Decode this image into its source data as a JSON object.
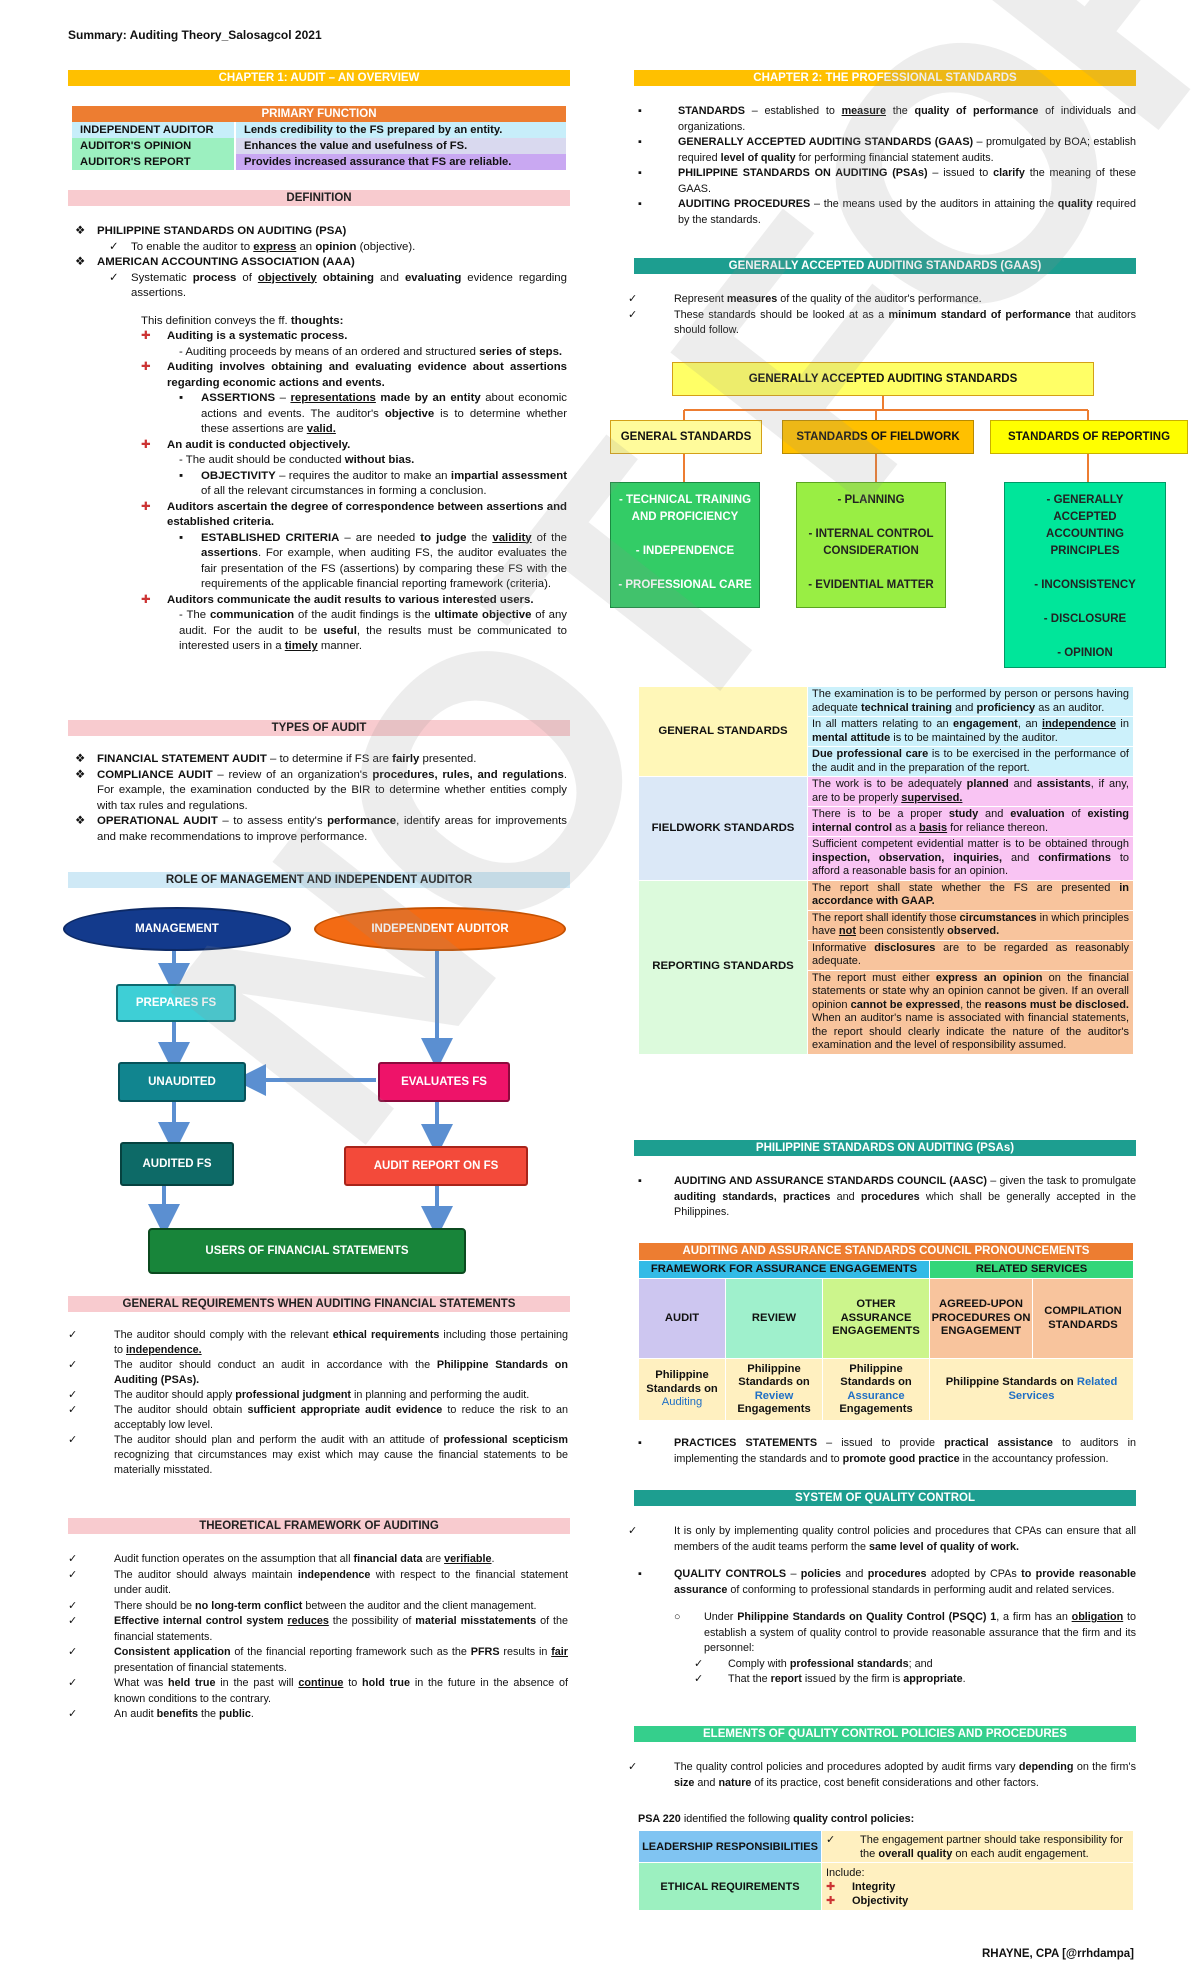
{
  "page_title": "Summary: Auditing Theory_Salosagcol 2021",
  "footer": "RHAYNE, CPA [@rrhdampa]",
  "watermark": "NOT FOR SALE",
  "ch1": {
    "title": "CHAPTER 1: AUDIT – AN OVERVIEW",
    "primary_function": {
      "header": "PRIMARY FUNCTION",
      "rows": [
        {
          "k": "INDEPENDENT AUDITOR",
          "v": "Lends credibility to the FS prepared by an entity."
        },
        {
          "k": "AUDITOR'S OPINION",
          "v": "Enhances the value and usefulness of FS."
        },
        {
          "k": "AUDITOR'S REPORT",
          "v": "Provides increased assurance that FS are reliable."
        }
      ]
    },
    "definition": {
      "header": "DEFINITION",
      "psa": "PHILIPPINE STANDARDS ON AUDITING (PSA)",
      "psa_def_a": "To enable the auditor to ",
      "psa_def_b": "express",
      "psa_def_c": " an ",
      "psa_def_d": "opinion",
      "psa_def_e": " (objective).",
      "aaa": "AMERICAN ACCOUNTING ASSOCIATION (AAA)",
      "aaa_def_1": "Systematic ",
      "aaa_def_2": "process",
      "aaa_def_3": " of ",
      "aaa_def_4": "objectively",
      "aaa_def_5": " ",
      "aaa_def_6": "obtaining",
      "aaa_def_7": " and ",
      "aaa_def_8": "evaluating",
      "aaa_def_9": " evidence regarding assertions.",
      "conveys_a": "This definition conveys the ff. ",
      "conveys_b": "thoughts:",
      "t1": "Auditing is a systematic process.",
      "t1_sub_a": "- Auditing proceeds by means of an ordered and structured ",
      "t1_sub_b": "series of steps.",
      "t2": "Auditing involves obtaining and evaluating evidence about assertions regarding economic actions and events.",
      "t2_sub_a": "ASSERTIONS",
      "t2_sub_b": " – ",
      "t2_sub_c": "representations",
      "t2_sub_d": " made by an entity",
      "t2_sub_e": " about economic actions and events. The auditor's ",
      "t2_sub_f": "objective",
      "t2_sub_g": " is to determine whether these assertions are ",
      "t2_sub_h": "valid.",
      "t3": "An audit is conducted objectively.",
      "t3_sub_a": "- The audit should be conducted ",
      "t3_sub_b": "without bias.",
      "t3_sub2_a": "OBJECTIVITY",
      "t3_sub2_b": " – requires the auditor to make an ",
      "t3_sub2_c": "impartial assessment",
      "t3_sub2_d": " of all the relevant circumstances in forming a conclusion.",
      "t4": "Auditors ascertain the degree of correspondence between assertions and established criteria.",
      "t4_sub_a": "ESTABLISHED CRITERIA",
      "t4_sub_b": " – are needed ",
      "t4_sub_c": "to judge",
      "t4_sub_d": " the ",
      "t4_sub_e": "validity",
      "t4_sub_f": " of the ",
      "t4_sub_g": "assertions",
      "t4_sub_h": ". For example, when auditing FS, the auditor evaluates the fair presentation of the FS (assertions) by comparing these FS with the requirements of the applicable financial reporting framework (criteria).",
      "t5": "Auditors communicate the audit results to various interested users.",
      "t5_sub_a": "- The ",
      "t5_sub_b": "communication",
      "t5_sub_c": " of the audit findings is the ",
      "t5_sub_d": "ultimate objective",
      "t5_sub_e": " of any audit. For the audit to be ",
      "t5_sub_f": "useful",
      "t5_sub_g": ", the results must be communicated to interested users in a ",
      "t5_sub_h": "timely",
      "t5_sub_i": " manner."
    },
    "types": {
      "header": "TYPES OF AUDIT",
      "fsa_a": "FINANCIAL STATEMENT AUDIT",
      "fsa_b": " – to determine if FS are ",
      "fsa_c": "fairly",
      "fsa_d": " presented.",
      "ca_a": "COMPLIANCE AUDIT",
      "ca_b": " – review of an organization's ",
      "ca_c": "procedures, rules, and regulations",
      "ca_d": ". For example, the examination conducted by the BIR to determine whether entities comply with tax rules and regulations.",
      "oa_a": "OPERATIONAL AUDIT",
      "oa_b": " – to assess entity's ",
      "oa_c": "performance",
      "oa_d": ", identify areas for improvements and make recommendations to improve performance."
    },
    "role": {
      "header": "ROLE OF MANAGEMENT AND INDEPENDENT AUDITOR",
      "management": "MANAGEMENT",
      "auditor": "INDEPENDENT AUDITOR",
      "prepares": "PREPARES FS",
      "unaudited": "UNAUDITED",
      "evaluates": "EVALUATES FS",
      "audited": "AUDITED FS",
      "report": "AUDIT REPORT ON FS",
      "users": "USERS OF FINANCIAL STATEMENTS"
    },
    "general_req": {
      "header": "GENERAL REQUIREMENTS WHEN AUDITING FINANCIAL STATEMENTS",
      "g1_a": "The auditor should comply with the relevant ",
      "g1_b": "ethical requirements",
      "g1_c": " including those pertaining to ",
      "g1_d": "independence.",
      "g2_a": "The auditor should conduct an audit in accordance with the ",
      "g2_b": "Philippine Standards on Auditing (PSAs).",
      "g3_a": "The auditor should apply ",
      "g3_b": "professional judgment",
      "g3_c": " in planning and performing the audit.",
      "g4_a": "The auditor should obtain ",
      "g4_b": "sufficient appropriate audit evidence",
      "g4_c": " to reduce the risk to an acceptably low level.",
      "g5_a": "The auditor should plan and perform the audit with an attitude of ",
      "g5_b": "professional scepticism",
      "g5_c": " recognizing that circumstances may exist which may cause the financial statements to be materially misstated."
    },
    "framework": {
      "header": "THEORETICAL FRAMEWORK OF AUDITING",
      "f1_a": "Audit function operates on the assumption that all ",
      "f1_b": "financial data",
      "f1_c": " are ",
      "f1_d": "verifiable",
      "f1_e": ".",
      "f2_a": "The auditor should always maintain ",
      "f2_b": "independence",
      "f2_c": " with respect to the financial statement under audit.",
      "f3_a": "There should be ",
      "f3_b": "no long-term conflict",
      "f3_c": " between the auditor and the client management.",
      "f4_a": "Effective internal control system",
      "f4_b": " ",
      "f4_c": "reduces",
      "f4_d": " the possibility of ",
      "f4_e": "material misstatements",
      "f4_f": " of the financial statements.",
      "f5_a": "Consistent application",
      "f5_b": " of the financial reporting framework such as the ",
      "f5_c": "PFRS",
      "f5_d": " results in ",
      "f5_e": "fair",
      "f5_f": " presentation of financial statements.",
      "f6_a": "What was ",
      "f6_b": "held true",
      "f6_c": " in the past will ",
      "f6_d": "continue",
      "f6_e": " to ",
      "f6_f": "hold true",
      "f6_g": " in the future in the absence of known conditions to the contrary.",
      "f7_a": "An audit ",
      "f7_b": "benefits",
      "f7_c": " the ",
      "f7_d": "public",
      "f7_e": "."
    }
  },
  "ch2": {
    "title": "CHAPTER 2: THE PROFESSIONAL STANDARDS",
    "s1_a": "STANDARDS",
    "s1_b": " – established to ",
    "s1_c": "measure",
    "s1_d": " the ",
    "s1_e": "quality of performance",
    "s1_f": " of individuals and organizations.",
    "s2_a": "GENERALLY ACCEPTED AUDITING STANDARDS (GAAS)",
    "s2_b": " – promulgated by BOA; establish required ",
    "s2_c": "level of quality",
    "s2_d": " for performing financial statement audits.",
    "s3_a": "PHILIPPINE STANDARDS ON AUDITING (PSAs)",
    "s3_b": " – issued to ",
    "s3_c": "clarify",
    "s3_d": " the meaning of these GAAS.",
    "s4_a": "AUDITING PROCEDURES",
    "s4_b": " – the means used by the auditors in attaining the ",
    "s4_c": "quality",
    "s4_d": " required by the standards.",
    "gaas": {
      "header": "GENERALLY ACCEPTED AUDITING STANDARDS (GAAS)",
      "p1_a": "Represent ",
      "p1_b": "measures",
      "p1_c": " of the quality of the auditor's performance.",
      "p2_a": "These standards should be looked at as a ",
      "p2_b": "minimum standard of performance",
      "p2_c": " that auditors should follow.",
      "tree": {
        "root": "GENERALLY ACCEPTED AUDITING STANDARDS",
        "general": "GENERAL STANDARDS",
        "fieldwork": "STANDARDS OF FIELDWORK",
        "reporting": "STANDARDS OF REPORTING",
        "general_items": [
          "- TECHNICAL TRAINING",
          "AND PROFICIENCY",
          "",
          "- INDEPENDENCE",
          "",
          "- PROFESSIONAL CARE"
        ],
        "fieldwork_items": [
          "- PLANNING",
          "",
          "- INTERNAL CONTROL",
          "CONSIDERATION",
          "",
          "- EVIDENTIAL MATTER"
        ],
        "reporting_items": [
          "- GENERALLY",
          "ACCEPTED",
          "ACCOUNTING",
          "PRINCIPLES",
          "",
          "- INCONSISTENCY",
          "",
          "- DISCLOSURE",
          "",
          "- OPINION"
        ]
      }
    },
    "gtable": {
      "general": "GENERAL STANDARDS",
      "fieldwork": "FIELDWORK STANDARDS",
      "reporting": "REPORTING STANDARDS",
      "g1_a": "The examination is to be performed by person or persons having adequate ",
      "g1_b": "technical training",
      "g1_c": " and ",
      "g1_d": "proficiency",
      "g1_e": " as an auditor.",
      "g2_a": "In all matters relating to an ",
      "g2_b": "engagement",
      "g2_c": ", an ",
      "g2_d": "independence",
      "g2_e": " in ",
      "g2_f": "mental attitude",
      "g2_g": " is to be maintained by the auditor.",
      "g3_a": "Due professional care",
      "g3_b": " is to be exercised in the performance of the audit and in the preparation of the report.",
      "f1_a": "The work is to be adequately ",
      "f1_b": "planned",
      "f1_c": " and ",
      "f1_d": "assistants",
      "f1_e": ", if any, are to be properly ",
      "f1_f": "supervised.",
      "f2_a": "There is to be a proper ",
      "f2_b": "study",
      "f2_c": " and ",
      "f2_d": "evaluation",
      "f2_e": " of ",
      "f2_f": "existing internal control",
      "f2_g": " as a ",
      "f2_h": "basis",
      "f2_i": " for reliance thereon.",
      "f3_a": "Sufficient competent evidential matter is to be obtained through ",
      "f3_b": "inspection, observation, inquiries,",
      "f3_c": " and ",
      "f3_d": "confirmations",
      "f3_e": " to afford a reasonable basis for an opinion.",
      "r1_a": "The report shall state whether the FS are presented ",
      "r1_b": "in accordance with GAAP.",
      "r2_a": "The report shall identify those ",
      "r2_b": "circumstances",
      "r2_c": " in which principles have ",
      "r2_d": "not",
      "r2_e": " been consistently ",
      "r2_f": "observed.",
      "r3_a": "Informative ",
      "r3_b": "disclosures",
      "r3_c": " are to be regarded as reasonably adequate.",
      "r4_a": "The report must either ",
      "r4_b": "express an opinion",
      "r4_c": " on the financial statements or state why an opinion cannot be given. If an overall opinion ",
      "r4_d": "cannot be expressed",
      "r4_e": ", the ",
      "r4_f": "reasons must be disclosed.",
      "r4_g": " When an auditor's name is associated with financial statements, the report should clearly indicate the nature of the auditor's examination and the level of responsibility assumed."
    },
    "psas": {
      "header": "PHILIPPINE STANDARDS ON AUDITING (PSAs)",
      "a_a": "AUDITING AND ASSURANCE STANDARDS COUNCIL (AASC)",
      "a_b": " – given the task to promulgate ",
      "a_c": "auditing standards, practices",
      "a_d": " and ",
      "a_e": "procedures",
      "a_f": " which shall be generally accepted in the Philippines."
    },
    "aasc": {
      "header": "AUDITING AND ASSURANCE STANDARDS COUNCIL PRONOUNCEMENTS",
      "framework": "FRAMEWORK FOR ASSURANCE ENGAGEMENTS",
      "related": "RELATED SERVICES",
      "cols": [
        "AUDIT",
        "REVIEW",
        "OTHER ASSURANCE ENGAGEMENTS",
        "AGREED-UPON PROCEDURES ON ENGAGEMENT",
        "COMPILATION STANDARDS"
      ],
      "psa_a": "Philippine Standards on ",
      "psa_b": "Auditing",
      "psre_a": "Philippine Standards on ",
      "psre_b": "Review",
      "psre_c": " Engagements",
      "psae_a": "Philippine Standards on ",
      "psae_b": "Assurance",
      "psae_c": " Engagements",
      "psrs_a": "Philippine Standards on ",
      "psrs_b": "Related Services"
    },
    "practices_a": "PRACTICES STATEMENTS",
    "practices_b": " – issued to provide ",
    "practices_c": "practical assistance",
    "practices_d": " to auditors in implementing the standards and to ",
    "practices_e": "promote good practice",
    "practices_f": " in the accountancy profession.",
    "sqc": {
      "header": "SYSTEM OF QUALITY CONTROL",
      "p1_a": "It is only by implementing quality control policies and procedures that CPAs can ensure that all members of the audit teams perform the ",
      "p1_b": "same level of quality of work.",
      "qc_a": "QUALITY CONTROLS",
      "qc_b": " – ",
      "qc_c": "policies",
      "qc_d": " and ",
      "qc_e": "procedures",
      "qc_f": " adopted by CPAs ",
      "qc_g": "to provide reasonable assurance",
      "qc_h": " of conforming to professional standards in performing audit and related services.",
      "psqc_a": "Under ",
      "psqc_b": "Philippine Standards on Quality Control (PSQC) 1",
      "psqc_c": ", a firm has an ",
      "psqc_d": "obligation",
      "psqc_e": " to establish a system of quality control to provide reasonable assurance that the firm and its personnel:",
      "c1_a": "Comply with ",
      "c1_b": "professional standards",
      "c1_c": "; and",
      "c2_a": "That the ",
      "c2_b": "report",
      "c2_c": " issued by the firm is ",
      "c2_d": "appropriate",
      "c2_e": "."
    },
    "elements": {
      "header": "ELEMENTS OF QUALITY CONTROL POLICIES AND PROCEDURES",
      "p1_a": "The quality control policies and procedures adopted by audit firms vary ",
      "p1_b": "depending",
      "p1_c": " on the firm's ",
      "p1_d": "size",
      "p1_e": " and ",
      "p1_f": "nature",
      "p1_g": " of its practice, cost benefit considerations and other factors.",
      "psa220_a": "PSA 220",
      "psa220_b": " identified the following ",
      "psa220_c": "quality control policies:",
      "leadership": "LEADERSHIP RESPONSIBILITIES",
      "leadership_a": "The engagement partner should take responsibility for the ",
      "leadership_b": "overall quality",
      "leadership_c": " on each audit engagement.",
      "ethical": "ETHICAL REQUIREMENTS",
      "include": "Include:",
      "integrity": "Integrity",
      "objectivity": "Objectivity"
    }
  }
}
